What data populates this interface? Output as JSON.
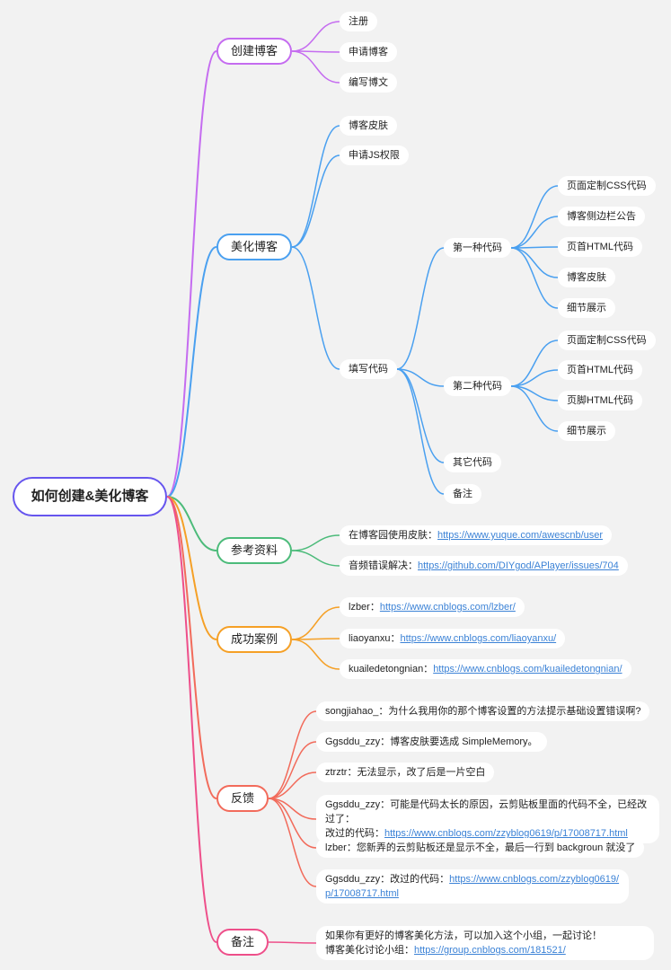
{
  "root": {
    "label": "如何创建&美化博客"
  },
  "colors": {
    "root": "#6655ee",
    "create": "#c56cf0",
    "beautify": "#4aa0f0",
    "references": "#4cbb7a",
    "cases": "#f5a026",
    "feedback": "#f26b5b",
    "note": "#ee4f8a"
  },
  "create": {
    "label": "创建博客",
    "children": [
      "注册",
      "申请博客",
      "编写博文"
    ]
  },
  "beautify": {
    "label": "美化博客",
    "children": [
      "博客皮肤",
      "申请JS权限"
    ],
    "fill_code": {
      "label": "填写代码",
      "first": {
        "label": "第一种代码",
        "children": [
          "页面定制CSS代码",
          "博客侧边栏公告",
          "页首HTML代码",
          "博客皮肤",
          "细节展示"
        ]
      },
      "second": {
        "label": "第二种代码",
        "children": [
          "页面定制CSS代码",
          "页首HTML代码",
          "页脚HTML代码",
          "细节展示"
        ]
      },
      "other": "其它代码",
      "note": "备注"
    }
  },
  "references": {
    "label": "参考资料",
    "items": [
      {
        "text": "在博客园使用皮肤：",
        "link": "https://www.yuque.com/awescnb/user"
      },
      {
        "text": "音频错误解决：",
        "link": "https://github.com/DIYgod/APlayer/issues/704"
      }
    ]
  },
  "cases": {
    "label": "成功案例",
    "items": [
      {
        "text": "lzber：",
        "link": "https://www.cnblogs.com/lzber/"
      },
      {
        "text": "liaoyanxu：",
        "link": "https://www.cnblogs.com/liaoyanxu/"
      },
      {
        "text": "kuailedetongnian：",
        "link": "https://www.cnblogs.com/kuailedetongnian/"
      }
    ]
  },
  "feedback": {
    "label": "反馈",
    "items": [
      {
        "text": "songjiahao_：为什么我用你的那个博客设置的方法提示基础设置错误啊?"
      },
      {
        "text": "Ggsddu_zzy：博客皮肤要选成 SimpleMemory。"
      },
      {
        "text": "ztrztr：无法显示，改了后是一片空白"
      },
      {
        "text": "Ggsddu_zzy：可能是代码太长的原因，云剪贴板里面的代码不全，已经改过了：",
        "text2": "改过的代码：",
        "link": "https://www.cnblogs.com/zzyblog0619/p/17008717.html"
      },
      {
        "text": "lzber：您新弄的云剪贴板还是显示不全，最后一行到 backgroun 就没了"
      },
      {
        "text": "Ggsddu_zzy：改过的代码：",
        "link": "https://www.cnblogs.com/zzyblog0619/p/17008717.html"
      }
    ]
  },
  "note": {
    "label": "备注",
    "text": "如果你有更好的博客美化方法，可以加入这个小组，一起讨论！",
    "text2": "博客美化讨论小组：",
    "link": "https://group.cnblogs.com/181521/"
  }
}
